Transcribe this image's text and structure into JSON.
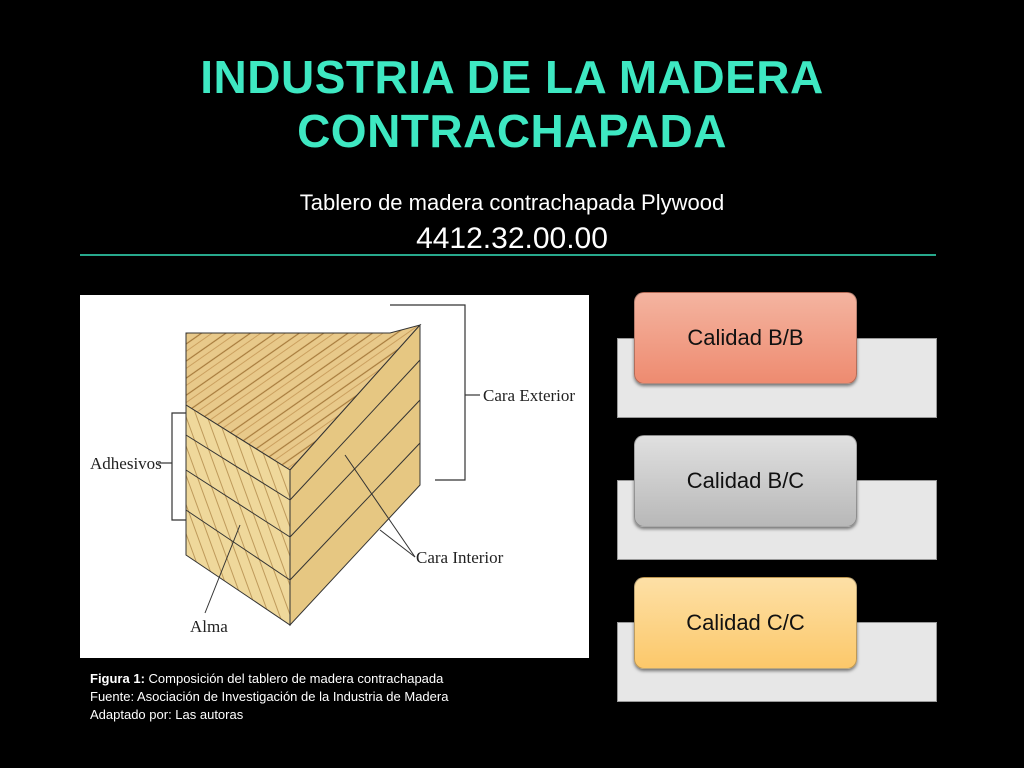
{
  "title": {
    "line1": "INDUSTRIA DE LA MADERA",
    "line2": "CONTRACHAPADA"
  },
  "subtitle": "Tablero de madera contrachapada  Plywood",
  "code": "4412.32.00.00",
  "figure": {
    "labels": {
      "cara_exterior": "Cara Exterior",
      "adhesivos": "Adhesivos",
      "cara_interior": "Cara Interior",
      "alma": "Alma"
    }
  },
  "caption": {
    "figura_label": "Figura 1:",
    "figura_text": " Composición del tablero de madera contrachapada",
    "fuente": "Fuente: Asociación de Investigación de la Industria de Madera",
    "adaptado": "Adaptado por: Las autoras"
  },
  "qualities": [
    {
      "label": "Calidad B/B",
      "color": "#ee8b70"
    },
    {
      "label": "Calidad B/C",
      "color": "#b8b8b8"
    },
    {
      "label": "Calidad C/C",
      "color": "#fcc86a"
    }
  ],
  "colors": {
    "title": "#3ee8c2",
    "rule": "#27a88c",
    "background": "#000000"
  }
}
